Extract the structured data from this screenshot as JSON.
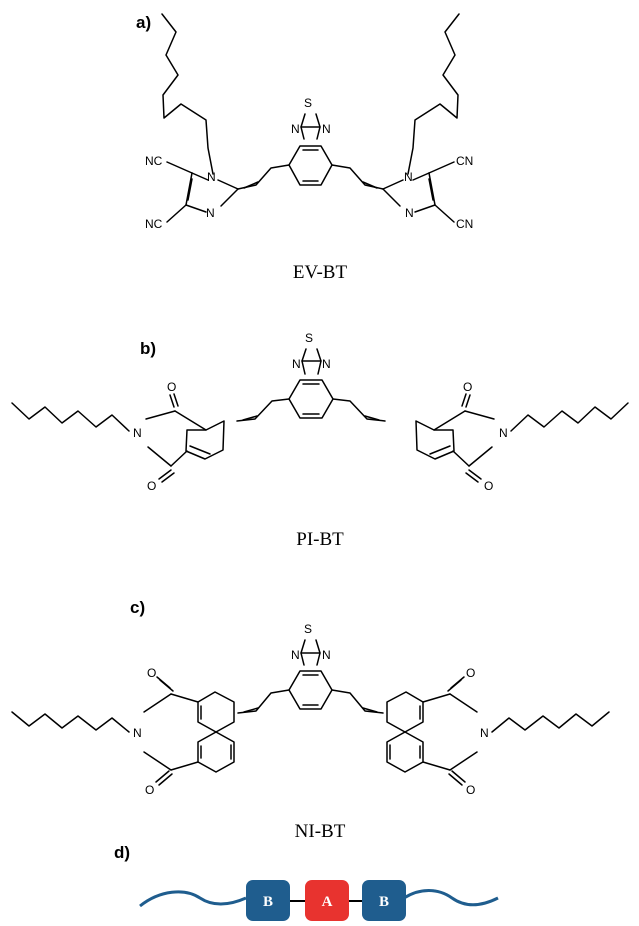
{
  "panels": [
    {
      "label": "a)",
      "caption": "EV-BT"
    },
    {
      "label": "b)",
      "caption": "PI-BT"
    },
    {
      "label": "c)",
      "caption": "NI-BT"
    },
    {
      "label": "d)",
      "caption": ""
    }
  ],
  "atoms": {
    "sulfur": "S",
    "nitrogen": "N",
    "oxygen": "O",
    "cyano": "NC",
    "cyano_right": "CN"
  },
  "scheme": {
    "blocks": [
      {
        "text": "B",
        "color": "#1f5d8e"
      },
      {
        "text": "A",
        "color": "#e8332f"
      },
      {
        "text": "B",
        "color": "#1f5d8e"
      }
    ],
    "chain_color": "#1f5d8e"
  }
}
